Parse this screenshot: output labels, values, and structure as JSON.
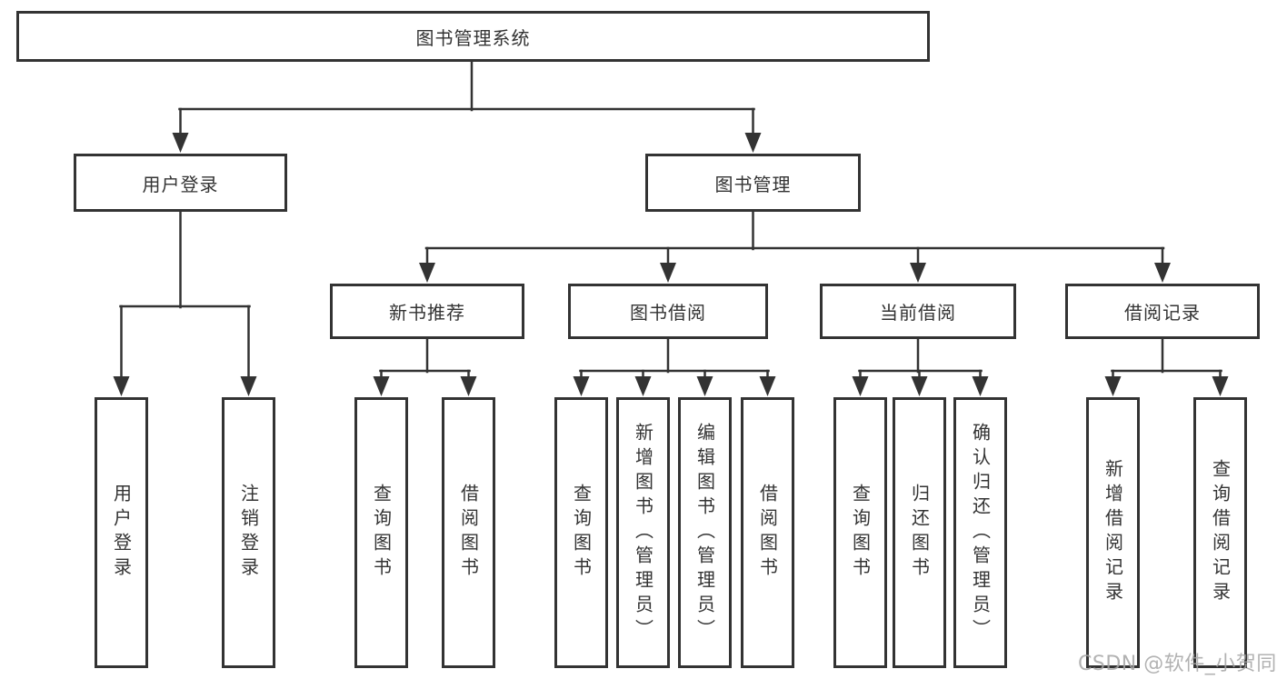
{
  "tree": {
    "root": {
      "label": "图书管理系统"
    },
    "user_login_branch": {
      "label": "用户登录",
      "leaves": [
        "用户登录",
        "注销登录"
      ]
    },
    "book_mgmt_branch": {
      "label": "图书管理",
      "groups": [
        {
          "label": "新书推荐",
          "leaves": [
            "查询图书",
            "借阅图书"
          ]
        },
        {
          "label": "图书借阅",
          "leaves": [
            "查询图书",
            "新增图书（管理员）",
            "编辑图书（管理员）",
            "借阅图书"
          ]
        },
        {
          "label": "当前借阅",
          "leaves": [
            "查询图书",
            "归还图书",
            "确认归还（管理员）"
          ]
        },
        {
          "label": "借阅记录",
          "leaves": [
            "新增借阅记录",
            "查询借阅记录"
          ]
        }
      ]
    }
  },
  "watermark": "CSDN @软件_小贺同学",
  "colors": {
    "line": "#333333",
    "text": "#333333",
    "background": "#ffffff",
    "watermark": "#a5a5a5"
  }
}
